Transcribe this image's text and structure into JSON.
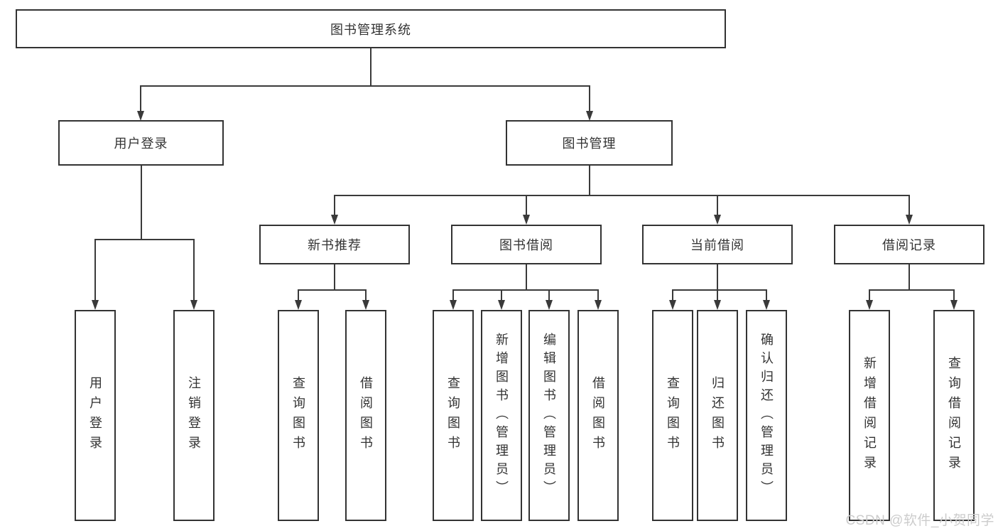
{
  "nodes": {
    "root": "图书管理系统",
    "user_login_branch": "用户登录",
    "book_management": "图书管理",
    "new_book_recommend": "新书推荐",
    "book_borrowing": "图书借阅",
    "current_borrowing": "当前借阅",
    "borrowing_records": "借阅记录",
    "leaf_user_login": "用户登录",
    "leaf_logout": "注销登录",
    "leaf_nb_query_books": "查询图书",
    "leaf_nb_borrow_books": "借阅图书",
    "leaf_bb_query_books": "查询图书",
    "leaf_bb_add_books": "新增图书（管理员）",
    "leaf_bb_edit_books": "编辑图书（管理员）",
    "leaf_bb_borrow_books": "借阅图书",
    "leaf_cb_query_books": "查询图书",
    "leaf_cb_return_books": "归还图书",
    "leaf_cb_confirm_return": "确认归还（管理员）",
    "leaf_br_add_record": "新增借阅记录",
    "leaf_br_query_record": "查询借阅记录"
  },
  "watermark": "CSDN @软件_小贺同学",
  "colors": {
    "line": "#3a3a3a",
    "box_border": "#333333",
    "text": "#333333",
    "watermark": "#cccccc",
    "background": "#ffffff"
  }
}
